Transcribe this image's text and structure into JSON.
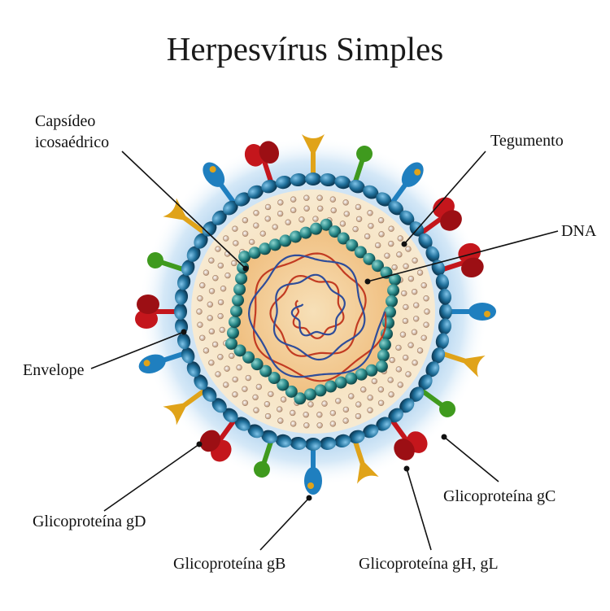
{
  "title": "Herpesvírus Simples",
  "labels": {
    "capsid": [
      "Capsídeo",
      "icosaédrico"
    ],
    "tegument": "Tegumento",
    "dna": "DNA",
    "envelope": "Envelope",
    "gd": "Glicoproteína gD",
    "gb": "Glicoproteína gB",
    "ghgl": "Glicoproteína gH, gL",
    "gc": "Glicoproteína gC"
  },
  "colors": {
    "envelope_bead": "#1f6f9a",
    "capsid_bead": "#2a8a8a",
    "halo": "#9ec8ea",
    "tegument": "#f4ddb6",
    "core": "#f3c98f",
    "dna_red": "#c23b22",
    "dna_blue": "#2f4d9a",
    "spike_red": "#c4161c",
    "spike_gold": "#e0a319",
    "spike_blue": "#1f7fbf",
    "spike_green": "#3f9a1e"
  }
}
